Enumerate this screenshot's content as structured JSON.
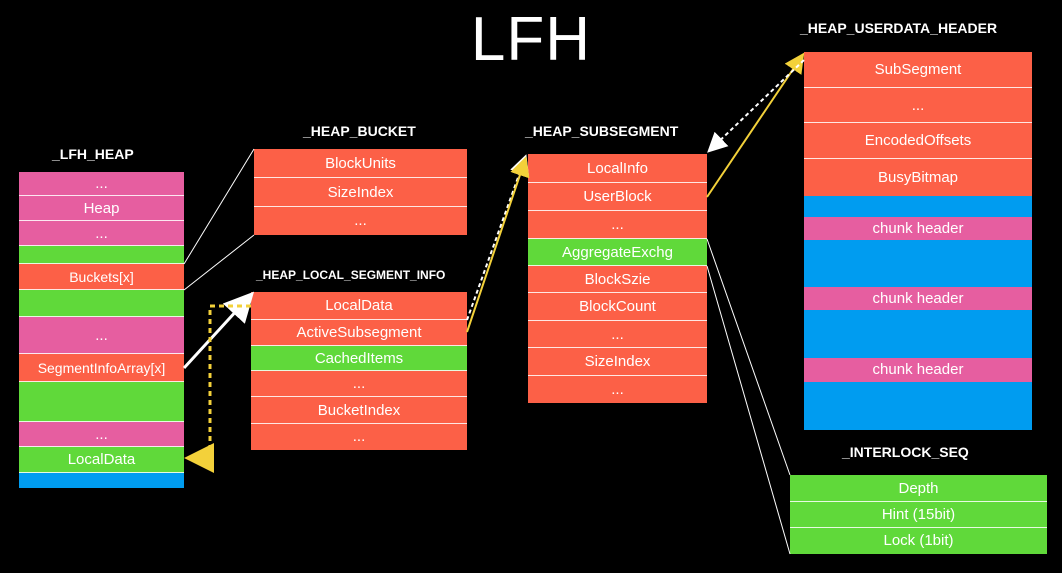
{
  "title": "LFH",
  "colors": {
    "red": "#fc6047",
    "pink": "#e65ea0",
    "green": "#60d93a",
    "blue": "#009cf0",
    "arrow_yellow": "#f3d13a"
  },
  "lfh_heap": {
    "label": "_LFH_HEAP",
    "rows": [
      "...",
      "Heap",
      "...",
      "",
      "Buckets[x]",
      "",
      "...",
      "SegmentInfoArray[x]",
      "",
      "...",
      "LocalData",
      ""
    ]
  },
  "heap_bucket": {
    "label": "_HEAP_BUCKET",
    "rows": [
      "BlockUnits",
      "SizeIndex",
      "..."
    ]
  },
  "local_segment_info": {
    "label": "_HEAP_LOCAL_SEGMENT_INFO",
    "rows": [
      "LocalData",
      "ActiveSubsegment",
      "CachedItems",
      "...",
      "BucketIndex",
      "..."
    ]
  },
  "subsegment": {
    "label": "_HEAP_SUBSEGMENT",
    "rows": [
      "LocalInfo",
      "UserBlock",
      "...",
      "AggregateExchg",
      "BlockSzie",
      "BlockCount",
      "...",
      "SizeIndex",
      "..."
    ]
  },
  "userdata_header": {
    "label": "_HEAP_USERDATA_HEADER",
    "rows": [
      "SubSegment",
      "...",
      "EncodedOffsets",
      "BusyBitmap",
      "",
      "chunk header",
      "",
      "chunk header",
      "",
      "chunk header",
      ""
    ]
  },
  "interlock_seq": {
    "label": "_INTERLOCK_SEQ",
    "rows": [
      "Depth",
      "Hint (15bit)",
      "Lock (1bit)"
    ]
  }
}
